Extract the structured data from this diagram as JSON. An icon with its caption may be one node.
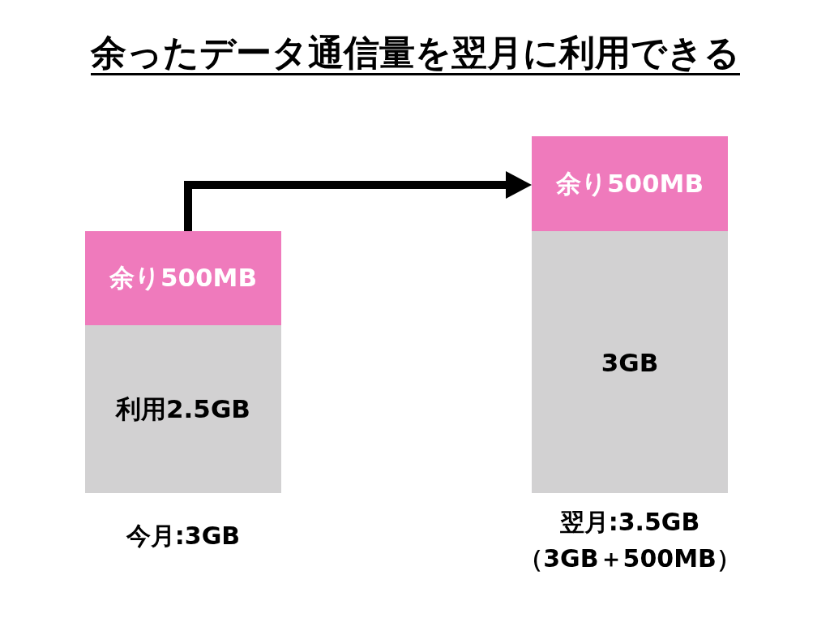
{
  "diagram": {
    "title": "余ったデータ通信量を翌月に利用できる",
    "nodes": [
      {
        "text": [
          "余り500MB"
        ]
      },
      {
        "text": [
          "利用2.5GB"
        ],
        "beside": [
          "今月:3GB"
        ]
      },
      {
        "text": [
          "余り500MB"
        ]
      },
      {
        "text": [
          "3GB"
        ],
        "beside": [
          "翌月:3.5GB （3GB＋500MB）"
        ]
      }
    ],
    "edges": [
      {
        "from": 0,
        "to": 2,
        "arrow": "to"
      }
    ]
  }
}
